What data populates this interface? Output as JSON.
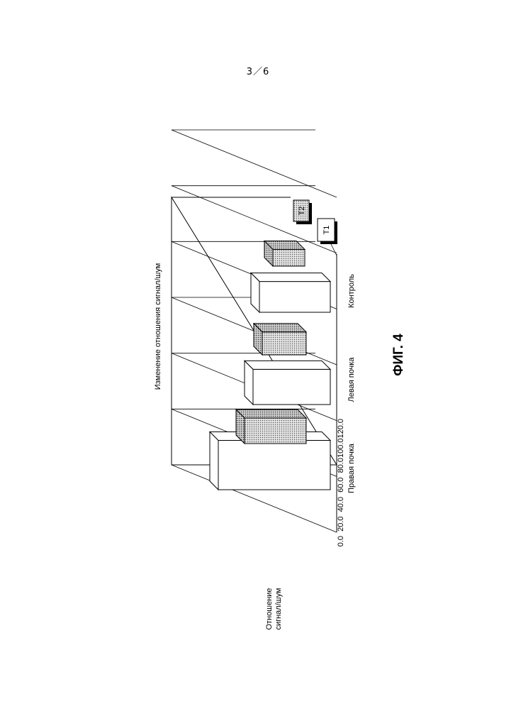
{
  "page": {
    "number": "3／6"
  },
  "figure": {
    "label": "ФИГ. 4"
  },
  "chart_data": {
    "type": "bar",
    "title": "Изменение отношения сигнал/шум",
    "ylabel_lines": [
      "Отношение",
      "сигнал/шум"
    ],
    "categories": [
      "Правая почка",
      "Левая почка",
      "Контроль"
    ],
    "series": [
      {
        "name": "T1",
        "values": [
          112,
          80,
          70
        ]
      },
      {
        "name": "T2",
        "values": [
          58,
          52,
          38
        ]
      }
    ],
    "ylim": [
      0,
      120
    ],
    "yticks": [
      "0.0",
      "20.0",
      "40.0",
      "60.0",
      "80.0",
      "100.0",
      "120.0"
    ],
    "grid": true,
    "legend_position": "top-right",
    "series_fill": [
      "#ffffff",
      "dotted-gray"
    ]
  }
}
